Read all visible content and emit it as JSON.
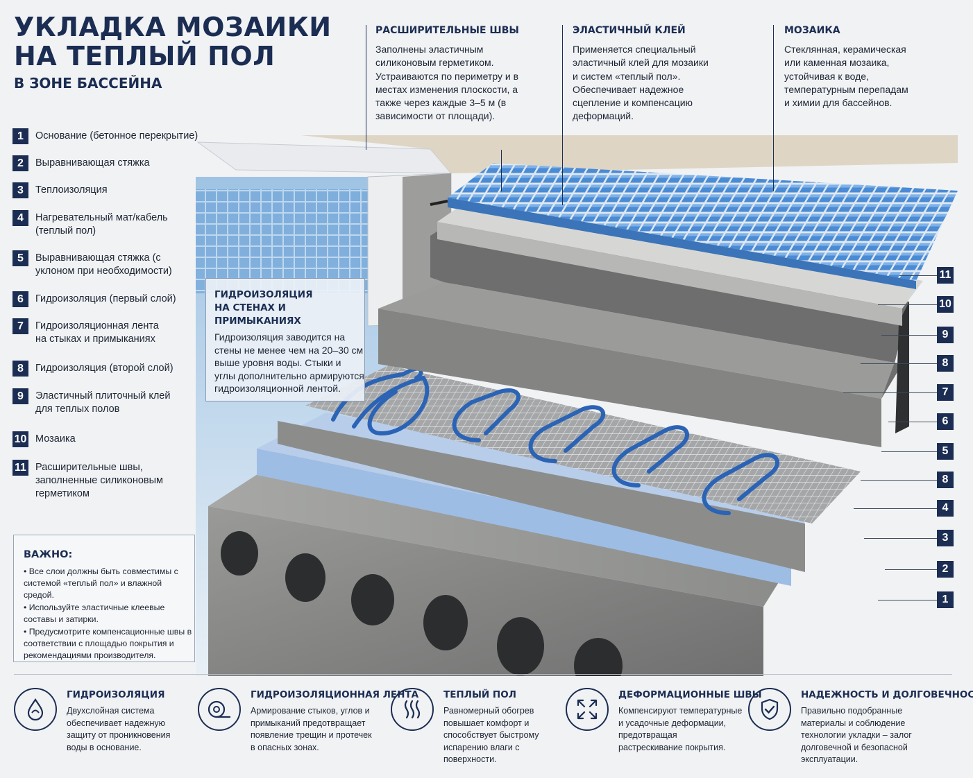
{
  "title_lines": [
    "УКЛАДКА МОЗАИКИ",
    "НА ТЕПЛЫЙ ПОЛ"
  ],
  "subtitle": "В ЗОНЕ БАССЕЙНА",
  "legend": [
    {
      "num": "1",
      "text": "Основание (бетонное перекрытие)"
    },
    {
      "num": "2",
      "text": "Выравнивающая стяжка"
    },
    {
      "num": "3",
      "text": "Теплоизоляция"
    },
    {
      "num": "4",
      "text": "Нагревательный мат/кабель (теплый пол)"
    },
    {
      "num": "5",
      "text": "Выравнивающая стяжка (с уклоном при необходимости)"
    },
    {
      "num": "6",
      "text": "Гидроизоляция (первый слой)"
    },
    {
      "num": "7",
      "text": "Гидроизоляционная лента на стыках и примыканиях"
    },
    {
      "num": "8",
      "text": "Гидроизоляция (второй слой)"
    },
    {
      "num": "9",
      "text": "Эластичный плиточный клей для теплых полов"
    },
    {
      "num": "10",
      "text": "Мозаика"
    },
    {
      "num": "11",
      "text": "Расширительные швы, заполненные силиконовым герметиком"
    }
  ],
  "callouts": {
    "expansion": {
      "title": "РАСШИРИТЕЛЬНЫЕ ШВЫ",
      "text": "Заполнены эластичным силиконовым герметиком. Устраиваются по периметру и в местах изменения плоскости, а также через каждые 3–5 м (в зависимости от площади)."
    },
    "adhesive": {
      "title": "ЭЛАСТИЧНЫЙ КЛЕЙ",
      "text": "Применяется специальный эластичный клей для мозаики и систем «теплый пол». Обеспечивает надежное сцепление и компенсацию деформаций."
    },
    "mosaic": {
      "title": "МОЗАИКА",
      "text": "Стеклянная, керамическая или каменная мозаика, устойчивая к воде, температурным перепадам и химии для бассейнов."
    },
    "walls": {
      "title_lines": [
        "ГИДРОИЗОЛЯЦИЯ",
        "НА СТЕНАХ И ПРИМЫКАНИЯХ"
      ],
      "text": "Гидроизоляция заводится на стены не менее чем на 20–30 см выше уровня воды. Стыки и углы дополнительно армируются гидроизоляционной лентой."
    }
  },
  "important": {
    "title": "ВАЖНО:",
    "bullets": [
      "• Все слои должны быть совместимы с системой «теплый пол» и влажной средой.",
      "• Используйте эластичные клеевые составы и затирки.",
      "• Предусмотрите компенсационные швы в соответствии с площадью покрытия и рекомендациями производителя."
    ]
  },
  "right_labels": [
    "11",
    "10",
    "9",
    "8",
    "7",
    "6",
    "5",
    "8",
    "4",
    "3",
    "2",
    "1"
  ],
  "features": [
    {
      "icon": "water-drop-icon",
      "title": "ГИДРОИЗОЛЯЦИЯ",
      "text": "Двухслойная система обеспечивает надежную защиту от проникновения воды в основание."
    },
    {
      "icon": "tape-roll-icon",
      "title": "ГИДРОИЗОЛЯЦИОННАЯ ЛЕНТА",
      "text": "Армирование стыков, углов и примыканий предотвращает появление трещин и протечек в опасных зонах."
    },
    {
      "icon": "heat-waves-icon",
      "title": "ТЕПЛЫЙ ПОЛ",
      "text": "Равномерный обогрев повышает комфорт и способствует быстрому испарению влаги с поверхности."
    },
    {
      "icon": "expand-arrows-icon",
      "title": "ДЕФОРМАЦИОННЫЕ ШВЫ",
      "text": "Компенсируют температурные и усадочные деформации, предотвращая растрескивание покрытия."
    },
    {
      "icon": "shield-check-icon",
      "title": "НАДЕЖНОСТЬ И ДОЛГОВЕЧНОСТЬ",
      "text": "Правильно подобранные материалы и соблюдение технологии укладки – залог долговечной и безопасной эксплуатации."
    }
  ],
  "colors": {
    "navy": "#1b2d52",
    "concrete": "#8c8c8a",
    "insulation": "#a9c4e6",
    "cable": "#2b63b5",
    "mosaic": "#4f8fd6"
  }
}
